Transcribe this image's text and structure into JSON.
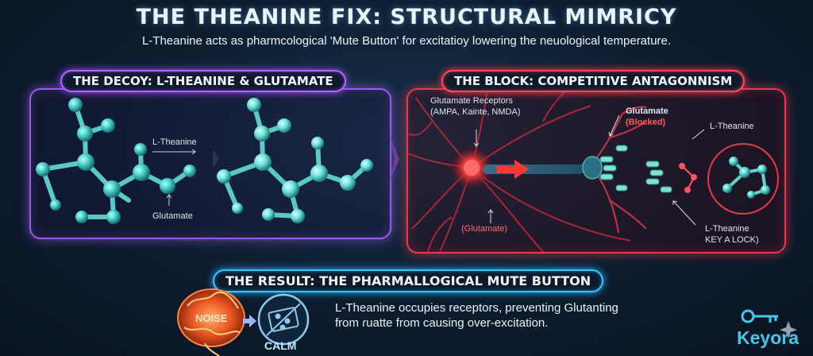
{
  "title": "THE THEANINE FIX: STRUCTURAL MIMRICY",
  "subtitle": "L-Theanine acts as pharmcological 'Mute Button' for excitatioy lowering the neuological temperature.",
  "decoy": {
    "heading": "THE DECOY: L-THEANINE & GLUTAMATE",
    "label_theanine": "L-Theanine",
    "label_glutamate": "Glutamate"
  },
  "block": {
    "heading": "THE BLOCK: COMPETITIVE ANTAGONNISM",
    "label_receptors_line1": "Glutamate Receptors",
    "label_receptors_line2": "(AMPA, Kainte, NMDA)",
    "label_glutamate": "Glutamate",
    "label_blocked": "(Blocked)",
    "label_theanine": "L-Theanine",
    "label_glutamate_bottom": "(Glutamate)",
    "label_key_line1": "L-Theanine",
    "label_key_line2": "KEY A LOCK)"
  },
  "result": {
    "heading": "THE RESULT: THE PHARMALLOGICAL MUTE BUTTON",
    "noise": "NOISE",
    "calm": "CALM",
    "text_line1": "L-Theanine occupies receptors, preventing Glutanting",
    "text_line2": "from ɾuatte from causing over-excitation."
  },
  "brand": "Keyora",
  "colors": {
    "decoy_accent": "#9b59e8",
    "block_accent": "#e8394c",
    "result_accent": "#39c4ff",
    "molecule": "#4fd6cf",
    "brand": "#43c8e8"
  }
}
